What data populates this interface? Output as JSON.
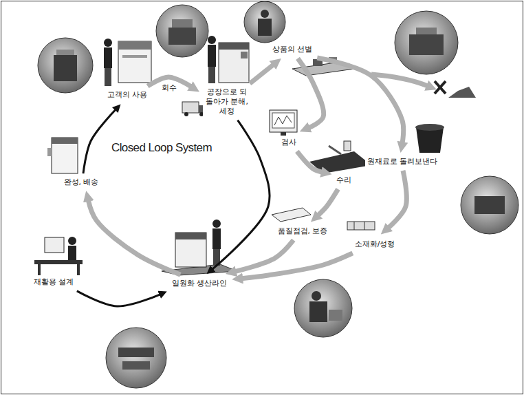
{
  "diagram": {
    "nodes": [
      {
        "text": [
          "고객의 사용"
        ]
      },
      {
        "text": [
          "공장으로 되돌아가 분해, 세정"
        ]
      },
      {
        "text": [
          "상품의 선별"
        ]
      },
      {
        "text": [
          "검사"
        ]
      },
      {
        "text": [
          "수리"
        ]
      },
      {
        "text": [
          "원재료로 돌려보낸다"
        ]
      },
      {
        "text": [
          "품질점검, 보증"
        ]
      },
      {
        "text": [
          "소재화/성형"
        ]
      },
      {
        "text": [
          "일원화 생산라인"
        ]
      },
      {
        "text": [
          "재활용 설계"
        ]
      },
      {
        "text": [
          "완성, 배송"
        ]
      }
    ],
    "edges": [
      {
        "from": 0,
        "to": 1,
        "arrow": "to",
        "label": "회수"
      },
      {
        "from": 1,
        "to": 2,
        "arrow": "to"
      },
      {
        "from": 1,
        "to": 8,
        "arrow": "to"
      },
      {
        "from": 2,
        "to": 5,
        "arrow": "to"
      },
      {
        "from": 2,
        "to": 3,
        "arrow": "to"
      },
      {
        "from": 3,
        "to": 4,
        "arrow": "to"
      },
      {
        "from": 4,
        "to": 6,
        "arrow": "to"
      },
      {
        "from": 6,
        "to": 8,
        "arrow": "to"
      },
      {
        "from": 5,
        "to": 7,
        "arrow": "to"
      },
      {
        "from": 7,
        "to": 8,
        "arrow": "to"
      },
      {
        "from": 8,
        "to": 10,
        "arrow": "to"
      },
      {
        "from": 10,
        "to": 0,
        "arrow": "to"
      },
      {
        "from": 9,
        "to": 8,
        "arrow": "to"
      }
    ],
    "labels": [
      "Closed Loop System"
    ]
  }
}
